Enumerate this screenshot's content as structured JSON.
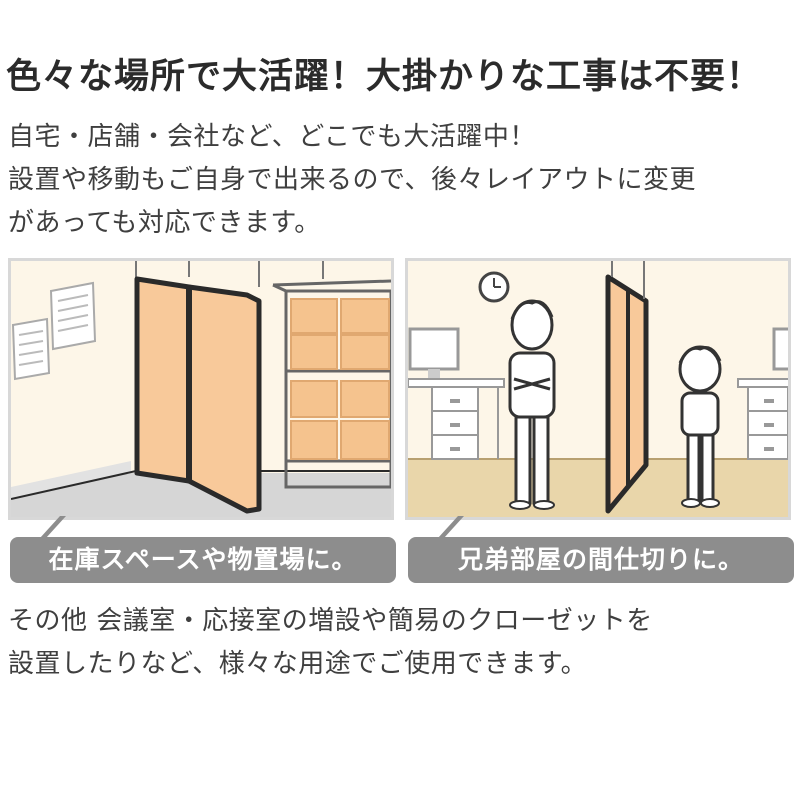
{
  "headline": "色々な場所で大活躍！大掛かりな工事は不要！",
  "intro": {
    "line1": "自宅・店舗・会社など、どこでも大活躍中！",
    "line2": "設置や移動もご自身で出来るので、後々レイアウトに変更",
    "line3": "があっても対応できます。"
  },
  "panels": {
    "left": {
      "caption": "在庫スペースや物置場に。"
    },
    "right": {
      "caption": "兄弟部屋の間仕切りに。"
    }
  },
  "outro": {
    "line1": "その他 会議室・応接室の増設や簡易のクローゼットを",
    "line2": "設置したりなど、様々な用途でご使用できます。"
  },
  "colors": {
    "panel_orange": "#f8c99a",
    "frame_dark": "#2a2a2a",
    "caption_bg": "#8d8d8d",
    "wall_cream": "#fdf6e8",
    "floor_beige": "#e9d6aa"
  }
}
